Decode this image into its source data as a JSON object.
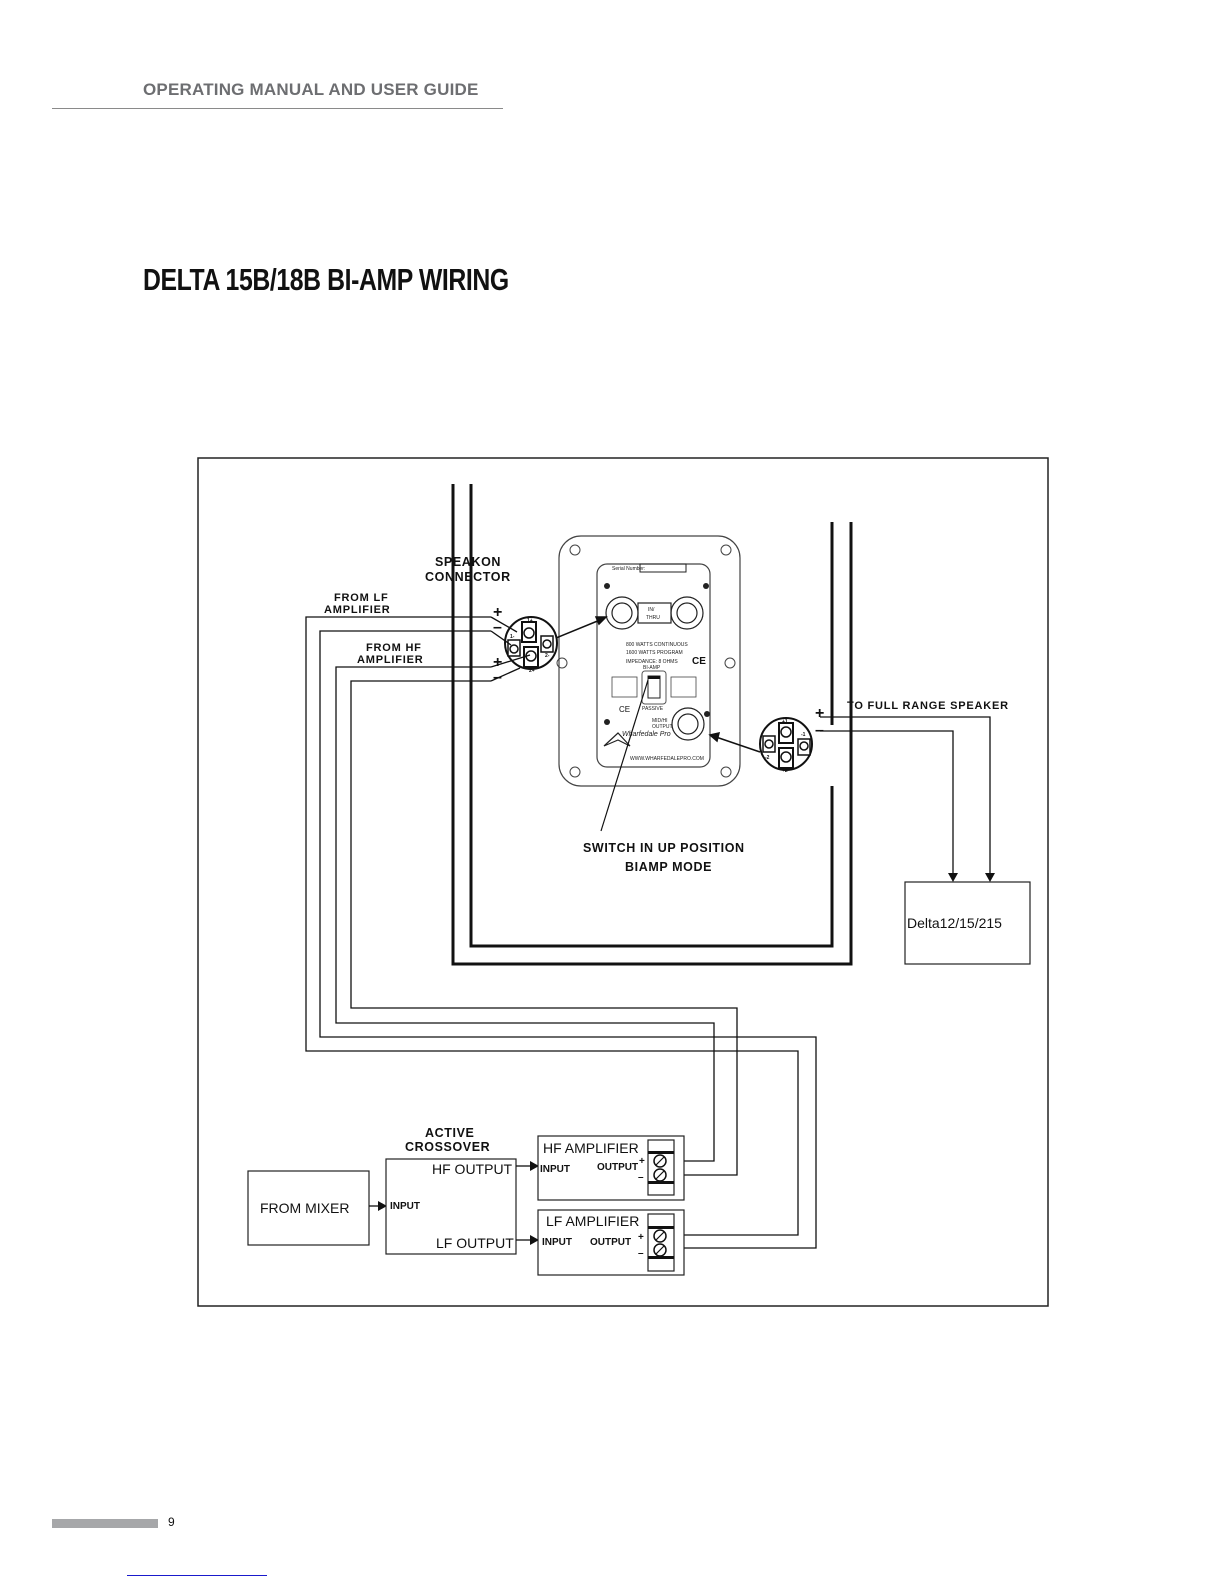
{
  "header": {
    "title": "OPERATING MANUAL AND USER GUIDE"
  },
  "page_title": "DELTA 15B/18B BI-AMP WIRING",
  "diagram": {
    "speakon_connector_label": [
      "SPEAKON",
      "CONNECTOR"
    ],
    "from_lf_amplifier_label": [
      "FROM LF",
      "AMPLIFIER"
    ],
    "from_hf_amplifier_label": [
      "FROM HF",
      "AMPLIFIER"
    ],
    "plus_symbol": "+",
    "minus_symbol": "–",
    "input_connector_pins": [
      "1+",
      "1-",
      "2-",
      "2+"
    ],
    "output_connector_pins": [
      "+1",
      "-1",
      "-2",
      "+2"
    ],
    "to_full_range_speaker_label": "TO FULL RANGE SPEAKER",
    "switch_label": [
      "SWITCH IN UP POSITION",
      "BIAMP MODE"
    ],
    "full_range_speaker_box": "Delta12/15/215",
    "from_mixer_box": "FROM MIXER",
    "active_crossover_label": [
      "ACTIVE",
      "CROSSOVER"
    ],
    "crossover": {
      "input": "INPUT",
      "hf_output": "HF OUTPUT",
      "lf_output": "LF OUTPUT"
    },
    "hf_amplifier": {
      "title": "HF AMPLIFIER",
      "input": "INPUT",
      "output": "OUTPUT"
    },
    "lf_amplifier": {
      "title": "LF AMPLIFIER",
      "input": "INPUT",
      "output": "OUTPUT"
    },
    "panel": {
      "serial_label": "Serial Number:",
      "inthru_label": [
        "IN/",
        "THRU"
      ],
      "spec_lines": [
        "800 WATTS CONTINUOUS",
        "1600 WATTS PROGRAM",
        "IMPEDANCE: 8 OHMS"
      ],
      "biamp_label": "BI-AMP",
      "passive_label": "PASSIVE",
      "midhi_label": [
        "MID/HI",
        "OUTPUT"
      ],
      "ce_mark": "CE",
      "brand": "Wharfedale Pro",
      "website": "WWW.WHARFEDALEPRO.COM"
    }
  },
  "footer": {
    "page_number": "9"
  }
}
